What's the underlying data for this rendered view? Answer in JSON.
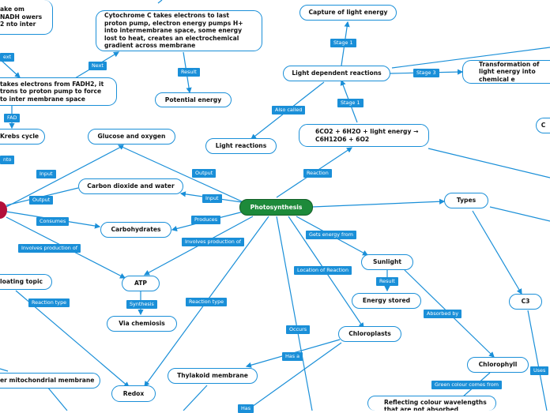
{
  "central": "Photosynthesis",
  "nodes": {
    "cytochrome": "Cytochrome C takes electrons to last proton pump, electron energy pumps H+ into intermembrane space, some energy lost to heat, creates an electrochemical gradient across membrane",
    "potential_energy": "Potential energy",
    "capture_light": "Capture of light energy",
    "light_dependent": "Light dependent reactions",
    "transformation": "Transformation of light energy into chemical e",
    "equation": "6CO2 + 6H2O + light energy → C6H12O6 + 6O2",
    "light_reactions": "Light reactions",
    "glucose_oxygen": "Glucose and oxygen",
    "co2_water": "Carbon dioxide and water",
    "carbohydrates": "Carbohydrates",
    "types": "Types",
    "sunlight": "Sunlight",
    "energy_stored": "Energy stored",
    "atp": "ATP",
    "via_chemiosis": "Via chemiosis",
    "chloroplasts": "Chloroplasts",
    "chlorophyll": "Chlorophyll",
    "c3": "C3",
    "thylakoid": "Thylakoid membrane",
    "redox": "Redox",
    "reflecting": "Reflecting colour wavelengths that are not absorbed",
    "floating_topic": "loating topic",
    "inner_mito": "er mitochondrial membrane",
    "krebs": "Krebs cycle",
    "fadh2": "takes electrons from FADH2, it trons to proton pump to force to inter membrane space",
    "nadh": "ake om NADH owers 2 nto inter",
    "right_c": "C"
  },
  "labels": {
    "result1": "Result",
    "stage1a": "Stage 1",
    "stage1b": "Stage 1",
    "stage3": "Stage 3",
    "also_called": "Also called",
    "reaction": "Reaction",
    "next1": "Next",
    "next2": "ext",
    "fad": "FAD",
    "nto": "nto",
    "input1": "Input",
    "input2": "Input",
    "output1": "Output",
    "output2": "Output",
    "consumes": "Consumes",
    "produces": "Produces",
    "involves1": "Involves production of",
    "involves2": "Involves production of",
    "gets_energy": "Gets energy from",
    "result2": "Result",
    "location": "Location of Reaction",
    "reaction_type1": "Reaction type",
    "reaction_type2": "Reaction type",
    "synthesis": "Synthesis",
    "absorbed_by": "Absorbed by",
    "occurs": "Occurs",
    "has_a": "Has a",
    "green_colour": "Green colour comes from",
    "uses": "Uses",
    "has": "Has"
  },
  "colors": {
    "accent": "#1a8fd8",
    "central": "#1d8a3a",
    "dot": "#b30f3a"
  }
}
